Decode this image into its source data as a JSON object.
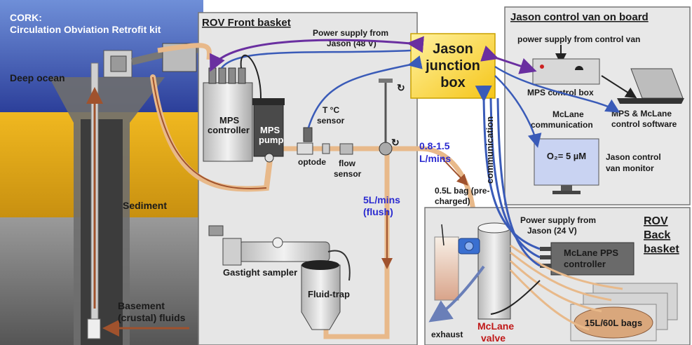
{
  "cork": {
    "title_line1": "CORK:",
    "title_line2": "Circulation Obviation Retrofit kit",
    "deep_ocean": "Deep ocean",
    "sediment": "Sediment",
    "basement_line1": "Basement",
    "basement_line2": "(crustal) fluids"
  },
  "front_basket": {
    "title": "ROV Front basket",
    "power_line1": "Power supply from",
    "power_line2": "Jason (48 V)",
    "mps_controller_line1": "MPS",
    "mps_controller_line2": "controller",
    "mps_pump_line1": "MPS",
    "mps_pump_line2": "pump",
    "temp_line1": "T °C",
    "temp_line2": "sensor",
    "optode": "optode",
    "flow_line1": "flow",
    "flow_line2": "sensor",
    "rate_line1": "0.8-1.5",
    "rate_line2": "L/mins",
    "flush_line1": "5L/mins",
    "flush_line2": "(flush)",
    "gastight": "Gastight sampler",
    "fluid_trap": "Fluid-trap"
  },
  "junction": {
    "line1": "Jason",
    "line2": "junction",
    "line3": "box",
    "communication": "communication"
  },
  "control_van": {
    "title": "Jason control van on board",
    "power": "power supply from control van",
    "mps_box": "MPS control box",
    "mclane_comm_line1": "McLane",
    "mclane_comm_line2": "communication",
    "software_line1": "MPS & McLane",
    "software_line2": "control software",
    "monitor_reading": "O₂= 5 µM",
    "monitor_label_line1": "Jason control",
    "monitor_label_line2": "van monitor"
  },
  "back_basket": {
    "title_line1": "ROV",
    "title_line2": "Back",
    "title_line3": "basket",
    "bag_line1": "0.5L bag (pre-",
    "bag_line2": "charged)",
    "power_line1": "Power supply from",
    "power_line2": "Jason (24 V)",
    "pps_line1": "McLane PPS",
    "pps_line2": "controller",
    "bags": "15L/60L bags",
    "exhaust": "exhaust",
    "valve_line1": "McLane",
    "valve_line2": "valve"
  },
  "colors": {
    "fluid_line": "#e8b98a",
    "fluid_arrow": "#a0522d",
    "power_line": "#6a2fa0",
    "comm_line": "#3a5bb8",
    "junction_box": "#ffe066",
    "rate_text": "#2a2ad0",
    "valve_text": "#c01818",
    "sediment": "#e0a81a",
    "ocean": "#3a56b0"
  }
}
